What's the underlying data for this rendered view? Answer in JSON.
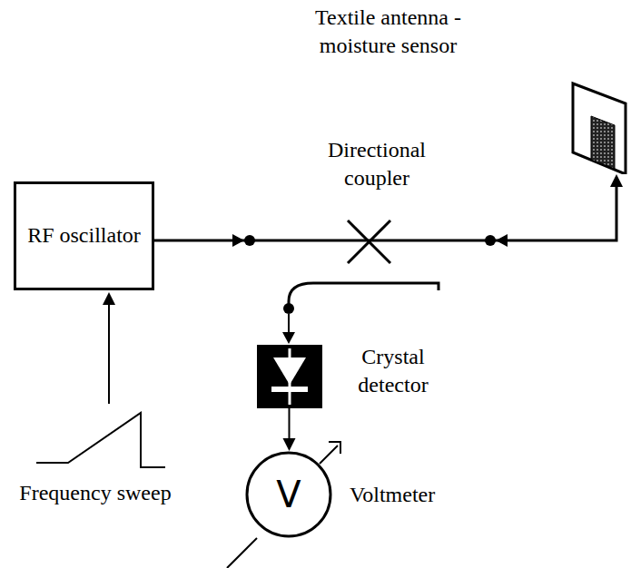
{
  "diagram": {
    "nodes": [
      {
        "text": [
          "RF oscillator"
        ]
      },
      {
        "text": [
          "Crystal detector"
        ]
      },
      {
        "text": [
          "V",
          "Voltmeter"
        ]
      },
      {
        "text": [
          "Textile antenna - moisture sensor"
        ]
      }
    ],
    "edges": [
      {
        "from": 0,
        "to": 3,
        "arrow": "to"
      },
      {
        "from": 1,
        "to": 2,
        "arrow": "to"
      }
    ],
    "labels": [
      "Directional coupler",
      "Frequency sweep"
    ]
  }
}
